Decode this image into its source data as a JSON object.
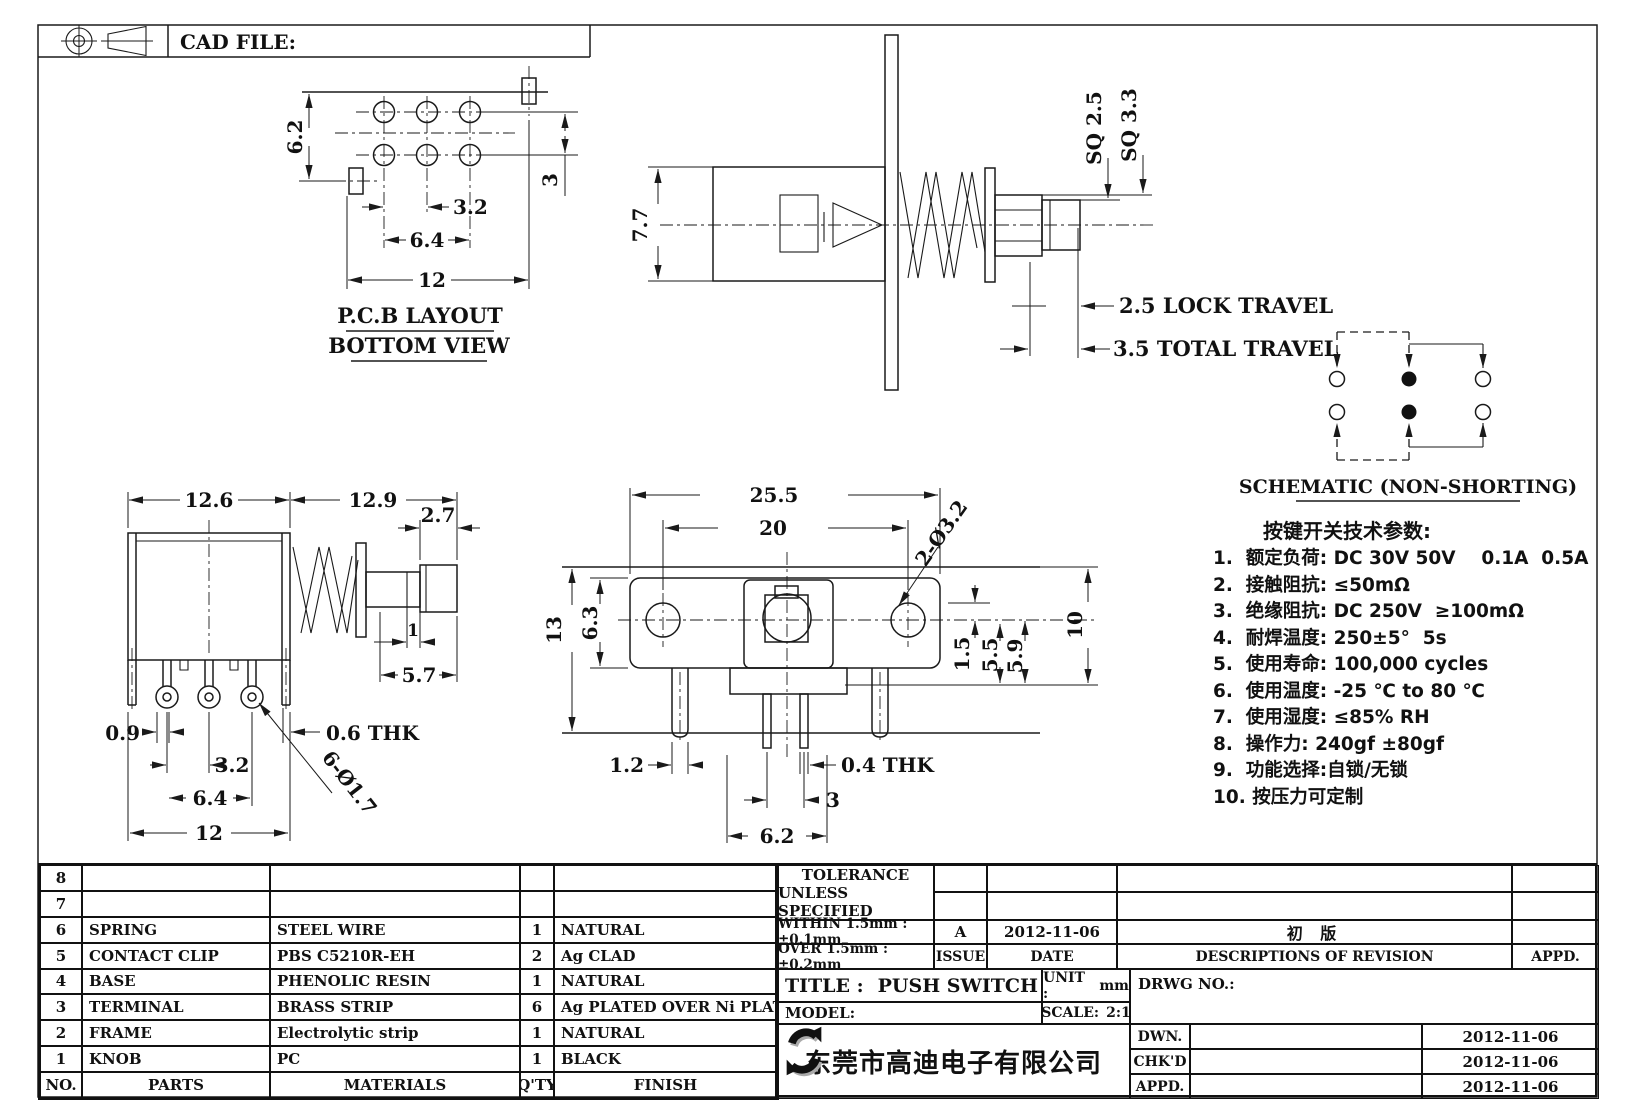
{
  "header": {
    "cad_file": "CAD FILE:"
  },
  "pcb": {
    "caption1": "P.C.B LAYOUT",
    "caption2": "BOTTOM VIEW",
    "d62": "6.2",
    "d3": "3",
    "d32": "3.2",
    "d64": "6.4",
    "d12": "12"
  },
  "side": {
    "d77": "7.7",
    "sq25": "SQ 2.5",
    "sq33": "SQ 3.3",
    "lock": "2.5 LOCK TRAVEL",
    "total": "3.5 TOTAL TRAVEL"
  },
  "schematic": {
    "caption": "SCHEMATIC (NON-SHORTING)"
  },
  "left_view": {
    "d126": "12.6",
    "d129": "12.9",
    "d27": "2.7",
    "d1": "1",
    "d57": "5.7",
    "d09": "0.9",
    "d06": "0.6 THK",
    "d32": "3.2",
    "d64": "6.4",
    "d12": "12",
    "holes": "6-Ø1.7"
  },
  "front_view": {
    "d255": "25.5",
    "d20": "20",
    "holes": "2-Ø3.2",
    "d13": "13",
    "d63": "6.3",
    "d15": "1.5",
    "d55": "5.5",
    "d59": "5.9",
    "d10": "10",
    "d12": "1.2",
    "d04": "0.4 THK",
    "d3": "3",
    "d62": "6.2"
  },
  "specs": {
    "title": "按键开关技术参数:",
    "items": [
      "1.  额定负荷: DC 30V 50V    0.1A  0.5A",
      "2.  接触阻抗: ≤50mΩ",
      "3.  绝缘阻抗: DC 250V  ≥100mΩ",
      "4.  耐焊温度: 250±5°  5s",
      "5.  使用寿命: 100,000 cycles",
      "6.  使用温度: -25 ℃ to 80 ℃",
      "7.  使用湿度: ≤85% RH",
      "8.  操作力: 240gf ±80gf",
      "9.  功能选择:自锁/无锁",
      "10. 按压力可定制"
    ]
  },
  "parts_table": {
    "headers": [
      "NO.",
      "PARTS",
      "MATERIALS",
      "Q'TY",
      "FINISH"
    ],
    "rows": [
      {
        "no": "8",
        "part": "",
        "material": "",
        "qty": "",
        "finish": ""
      },
      {
        "no": "7",
        "part": "",
        "material": "",
        "qty": "",
        "finish": ""
      },
      {
        "no": "6",
        "part": "SPRING",
        "material": "STEEL WIRE",
        "qty": "1",
        "finish": "NATURAL"
      },
      {
        "no": "5",
        "part": "CONTACT CLIP",
        "material": "PBS C5210R-EH",
        "qty": "2",
        "finish": "Ag CLAD"
      },
      {
        "no": "4",
        "part": "BASE",
        "material": "PHENOLIC RESIN",
        "qty": "1",
        "finish": "NATURAL"
      },
      {
        "no": "3",
        "part": "TERMINAL",
        "material": "BRASS STRIP",
        "qty": "6",
        "finish": "Ag PLATED OVER Ni PLATED"
      },
      {
        "no": "2",
        "part": "FRAME",
        "material": "Electrolytic strip",
        "qty": "1",
        "finish": "NATURAL"
      },
      {
        "no": "1",
        "part": "KNOB",
        "material": "PC",
        "qty": "1",
        "finish": "BLACK"
      }
    ]
  },
  "tolerance": {
    "line1": "TOLERANCE",
    "line2": "UNLESS  SPECIFIED",
    "within": "WITHIN 1.5mm : ±0.1mm",
    "over": "OVER 1.5mm : ±0.2mm"
  },
  "revision": {
    "issue": "A",
    "date": "2012-11-06",
    "description": "初 版",
    "issue_label": "ISSUE",
    "date_label": "DATE",
    "description_label": "DESCRIPTIONS OF REVISION",
    "appd_label": "APPD."
  },
  "title_block": {
    "title_label": "TITLE :",
    "title": "PUSH SWITCH",
    "unit_label": "UNIT :",
    "unit": "mm",
    "model_label": "MODEL:",
    "scale_label": "SCALE:",
    "scale": "2:1",
    "drwg_label": "DRWG NO.:",
    "company": "东莞市高迪电子有限公司",
    "sign_rows": [
      {
        "label": "DWN.",
        "value": "",
        "date": "2012-11-06"
      },
      {
        "label": "CHK'D",
        "value": "",
        "date": "2012-11-06"
      },
      {
        "label": "APPD.",
        "value": "",
        "date": "2012-11-06"
      }
    ]
  }
}
